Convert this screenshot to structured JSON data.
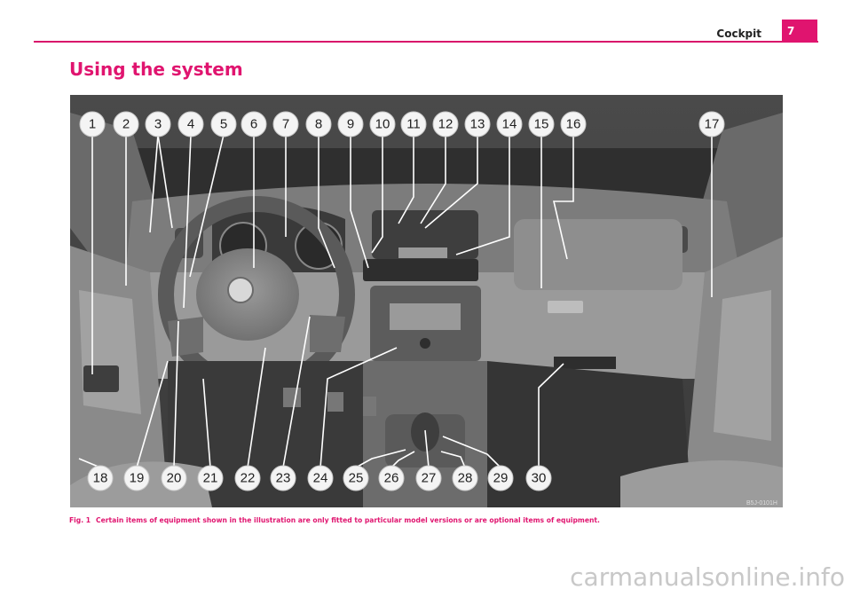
{
  "header": {
    "section": "Cockpit",
    "page_number": "7"
  },
  "title": "Using the system",
  "figure": {
    "code": "B5J-0101H",
    "callouts_top": [
      "1",
      "2",
      "3",
      "4",
      "5",
      "6",
      "7",
      "8",
      "9",
      "10",
      "11",
      "12",
      "13",
      "14",
      "15",
      "16",
      "17"
    ],
    "callouts_bottom": [
      "18",
      "19",
      "20",
      "21",
      "22",
      "23",
      "24",
      "25",
      "26",
      "27",
      "28",
      "29",
      "30"
    ]
  },
  "caption": {
    "label": "Fig. 1",
    "text": "Certain items of equipment shown in the illustration are only fitted to particular model versions or are optional items of equipment."
  },
  "watermark": "carmanualsonline.info",
  "colors": {
    "accent": "#e0146f"
  }
}
